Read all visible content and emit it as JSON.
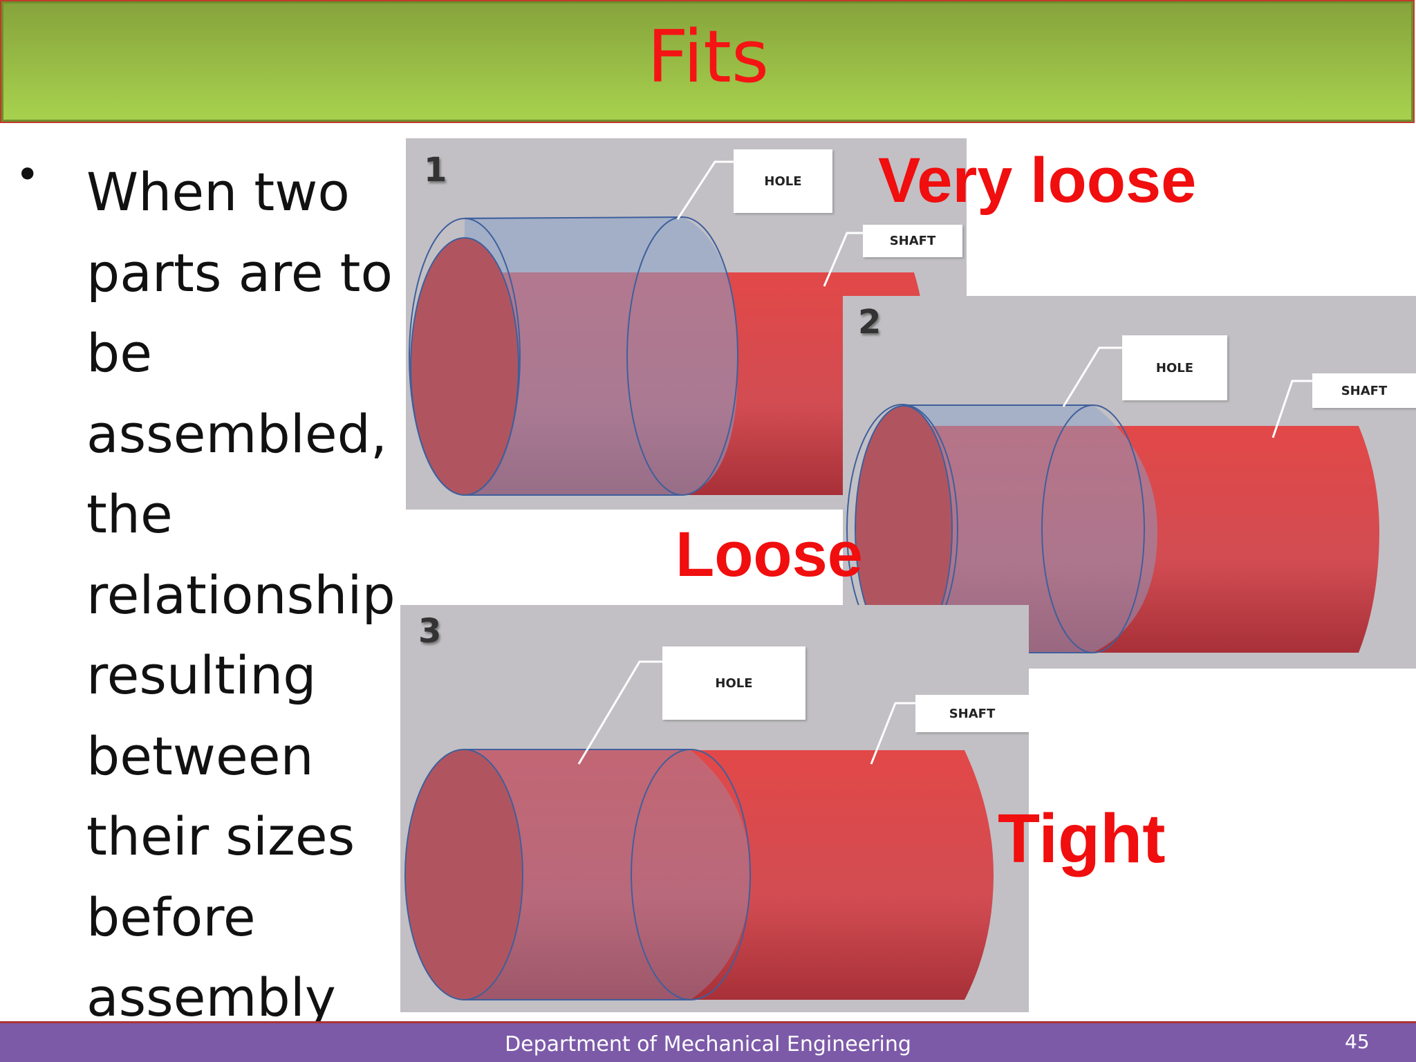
{
  "slide": {
    "title": "Fits",
    "bullet_symbol": "•",
    "bullet_text": "When two parts are to be assembled, the relationship resulting between their sizes before assembly"
  },
  "panels": [
    {
      "number": "1",
      "hole_label": "HOLE",
      "shaft_label": "SHAFT",
      "fit_label": "Very loose"
    },
    {
      "number": "2",
      "hole_label": "HOLE",
      "shaft_label": "SHAFT",
      "fit_label": "Loose"
    },
    {
      "number": "3",
      "hole_label": "HOLE",
      "shaft_label": "SHAFT",
      "fit_label": "Tight"
    }
  ],
  "footer": {
    "department": "Department of Mechanical Engineering",
    "page_number": "45"
  },
  "colors": {
    "title": "#f41414",
    "title_bar": "#9bc446",
    "fit_label": "#f00e0e",
    "footer": "#7c5aa8",
    "panel_bg": "#c2c0c5",
    "shaft": "#d94848",
    "hole": "#8aa0c8"
  }
}
